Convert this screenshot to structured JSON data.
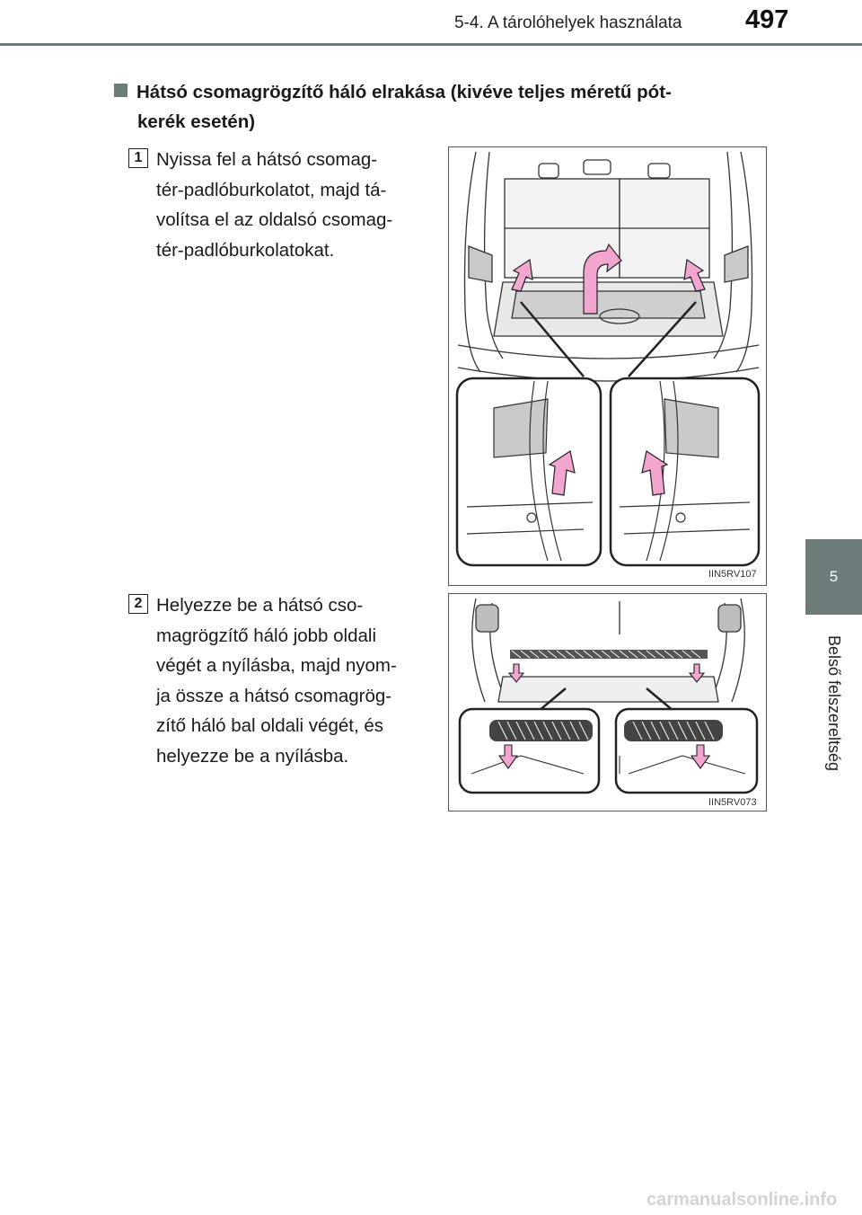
{
  "header": {
    "section_title": "5-4. A tárolóhelyek használata",
    "page_number": "497"
  },
  "side_tab": {
    "chapter_number": "5",
    "chapter_label": "Belső felszereltség"
  },
  "section": {
    "heading_line1": "Hátsó csomagrögzítő háló elrakása (kivéve teljes méretű pót-",
    "heading_line2": "kerék esetén)"
  },
  "steps": [
    {
      "number": "1",
      "lines": [
        "Nyissa fel a hátsó csomag-",
        "tér-padlóburkolatot, majd tá-",
        "volítsa el az oldalsó csomag-",
        "tér-padlóburkolatokat."
      ],
      "figure_code": "IIN5RV107"
    },
    {
      "number": "2",
      "lines": [
        "Helyezze be a hátsó cso-",
        "magrögzítő háló jobb oldali",
        "végét a nyílásba, majd nyom-",
        "ja össze a hátsó csomagrög-",
        "zítő háló bal oldali végét, és",
        "helyezze be a nyílásba."
      ],
      "figure_code": "IIN5RV073"
    }
  ],
  "watermark": "carmanualsonline.info",
  "colors": {
    "accent": "#6e7b7b",
    "arrow_fill": "#f2a6cf",
    "panel_gray": "#c9c9c9"
  }
}
